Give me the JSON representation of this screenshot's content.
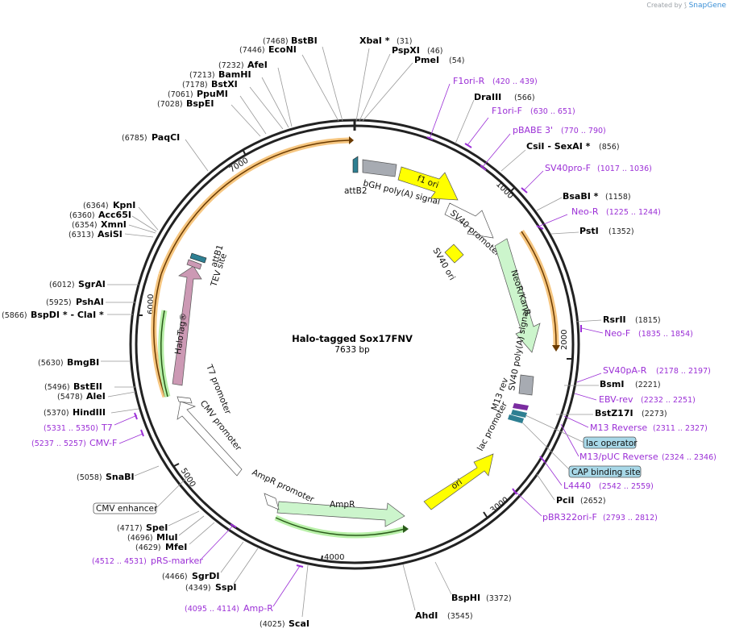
{
  "credit": {
    "prefix": "Created by",
    "brand": "SnapGene"
  },
  "plasmid": {
    "name": "Halo-tagged Sox17FNV",
    "size_label": "7633 bp"
  },
  "ticks": [
    "1000",
    "2000",
    "3000",
    "4000",
    "5000",
    "6000",
    "7000"
  ],
  "sites_right": [
    {
      "name": "XbaI *",
      "pos": "(31)"
    },
    {
      "name": "PspXI",
      "pos": "(46)"
    },
    {
      "name": "PmeI",
      "pos": "(54)"
    },
    {
      "name": "DraIII",
      "pos": "(566)"
    },
    {
      "name": "CsiI  -  SexAI *",
      "pos": "(856)"
    },
    {
      "name": "BsaBI *",
      "pos": "(1158)"
    },
    {
      "name": "PstI",
      "pos": "(1352)"
    },
    {
      "name": "RsrII",
      "pos": "(1815)"
    },
    {
      "name": "BsmI",
      "pos": "(2221)"
    },
    {
      "name": "BstZ17I",
      "pos": "(2273)"
    },
    {
      "name": "PciI",
      "pos": "(2652)"
    },
    {
      "name": "BspHI",
      "pos": "(3372)"
    },
    {
      "name": "AhdI",
      "pos": "(3545)"
    }
  ],
  "sites_left": [
    {
      "name": "BstBI",
      "pos": "(7468)"
    },
    {
      "name": "EcoNI",
      "pos": "(7446)"
    },
    {
      "name": "AfeI",
      "pos": "(7232)"
    },
    {
      "name": "BamHI",
      "pos": "(7213)"
    },
    {
      "name": "BstXI",
      "pos": "(7178)"
    },
    {
      "name": "PpuMI",
      "pos": "(7061)"
    },
    {
      "name": "BspEI",
      "pos": "(7028)"
    },
    {
      "name": "PaqCI",
      "pos": "(6785)"
    },
    {
      "name": "KpnI",
      "pos": "(6364)"
    },
    {
      "name": "Acc65I",
      "pos": "(6360)"
    },
    {
      "name": "XmnI",
      "pos": "(6354)"
    },
    {
      "name": "AsiSI",
      "pos": "(6313)"
    },
    {
      "name": "SgrAI",
      "pos": "(6012)"
    },
    {
      "name": "PshAI",
      "pos": "(5925)"
    },
    {
      "name": "BspDI *  -  ClaI *",
      "pos": "(5866)"
    },
    {
      "name": "BmgBI",
      "pos": "(5630)"
    },
    {
      "name": "BstEII",
      "pos": "(5496)"
    },
    {
      "name": "AleI",
      "pos": "(5478)"
    },
    {
      "name": "HindIII",
      "pos": "(5370)"
    },
    {
      "name": "SnaBI",
      "pos": "(5058)"
    },
    {
      "name": "SpeI",
      "pos": "(4717)"
    },
    {
      "name": "MluI",
      "pos": "(4696)"
    },
    {
      "name": "MfeI",
      "pos": "(4629)"
    },
    {
      "name": "SgrDI",
      "pos": "(4466)"
    },
    {
      "name": "SspI",
      "pos": "(4349)"
    },
    {
      "name": "ScaI",
      "pos": "(4025)"
    }
  ],
  "primers_right": [
    {
      "name": "F1ori-R",
      "range": "(420 .. 439)"
    },
    {
      "name": "F1ori-F",
      "range": "(630 .. 651)"
    },
    {
      "name": "pBABE 3'",
      "range": "(770 .. 790)"
    },
    {
      "name": "SV40pro-F",
      "range": "(1017 .. 1036)"
    },
    {
      "name": "Neo-R",
      "range": "(1225 .. 1244)"
    },
    {
      "name": "Neo-F",
      "range": "(1835 .. 1854)"
    },
    {
      "name": "SV40pA-R",
      "range": "(2178 .. 2197)"
    },
    {
      "name": "EBV-rev",
      "range": "(2232 .. 2251)"
    },
    {
      "name": "M13 Reverse",
      "range": "(2311 .. 2327)"
    },
    {
      "name": "M13/pUC Reverse",
      "range": "(2324 .. 2346)"
    },
    {
      "name": "L4440",
      "range": "(2542 .. 2559)"
    },
    {
      "name": "pBR322ori-F",
      "range": "(2793 .. 2812)"
    }
  ],
  "primers_left": [
    {
      "name": "T7",
      "range": "(5331 .. 5350)"
    },
    {
      "name": "CMV-F",
      "range": "(5237 .. 5257)"
    },
    {
      "name": "pRS-marker",
      "range": "(4512 .. 4531)"
    },
    {
      "name": "Amp-R",
      "range": "(4095 .. 4114)"
    }
  ],
  "boxed_features": [
    {
      "name": "lac operator",
      "color": "#a8d8e8"
    },
    {
      "name": "CAP binding site",
      "color": "#a8d8e8"
    },
    {
      "name": "CMV enhancer",
      "color": "#ffffff"
    }
  ],
  "features": {
    "attB2": "attB2",
    "bgh": "bGH poly(A) signal",
    "f1ori": "f1 ori",
    "sv40prom": "SV40 promoter",
    "sv40ori": "SV40 ori",
    "neo": "NeoR/KanR",
    "sv40pa": "SV40 poly(A) signal",
    "m13rev": "M13 rev",
    "lacprom": "lac promoter",
    "ori": "ori",
    "ampr": "AmpR",
    "amprprom": "AmpR promoter",
    "cmvprom": "CMV promoter",
    "t7prom": "T7 promoter",
    "halotag": "HaloTag®",
    "tev": "TEV site",
    "attB1": "attB1"
  },
  "colors": {
    "backbone": "#222222",
    "primer": "#9b2fd6",
    "f1ori": "#ffff00",
    "neo": "#ccf5cc",
    "halotag": "#cc99b4",
    "attb": "#2e7f92",
    "ori_feature": "#ffff00",
    "orf_highlight": "#f4b860"
  }
}
